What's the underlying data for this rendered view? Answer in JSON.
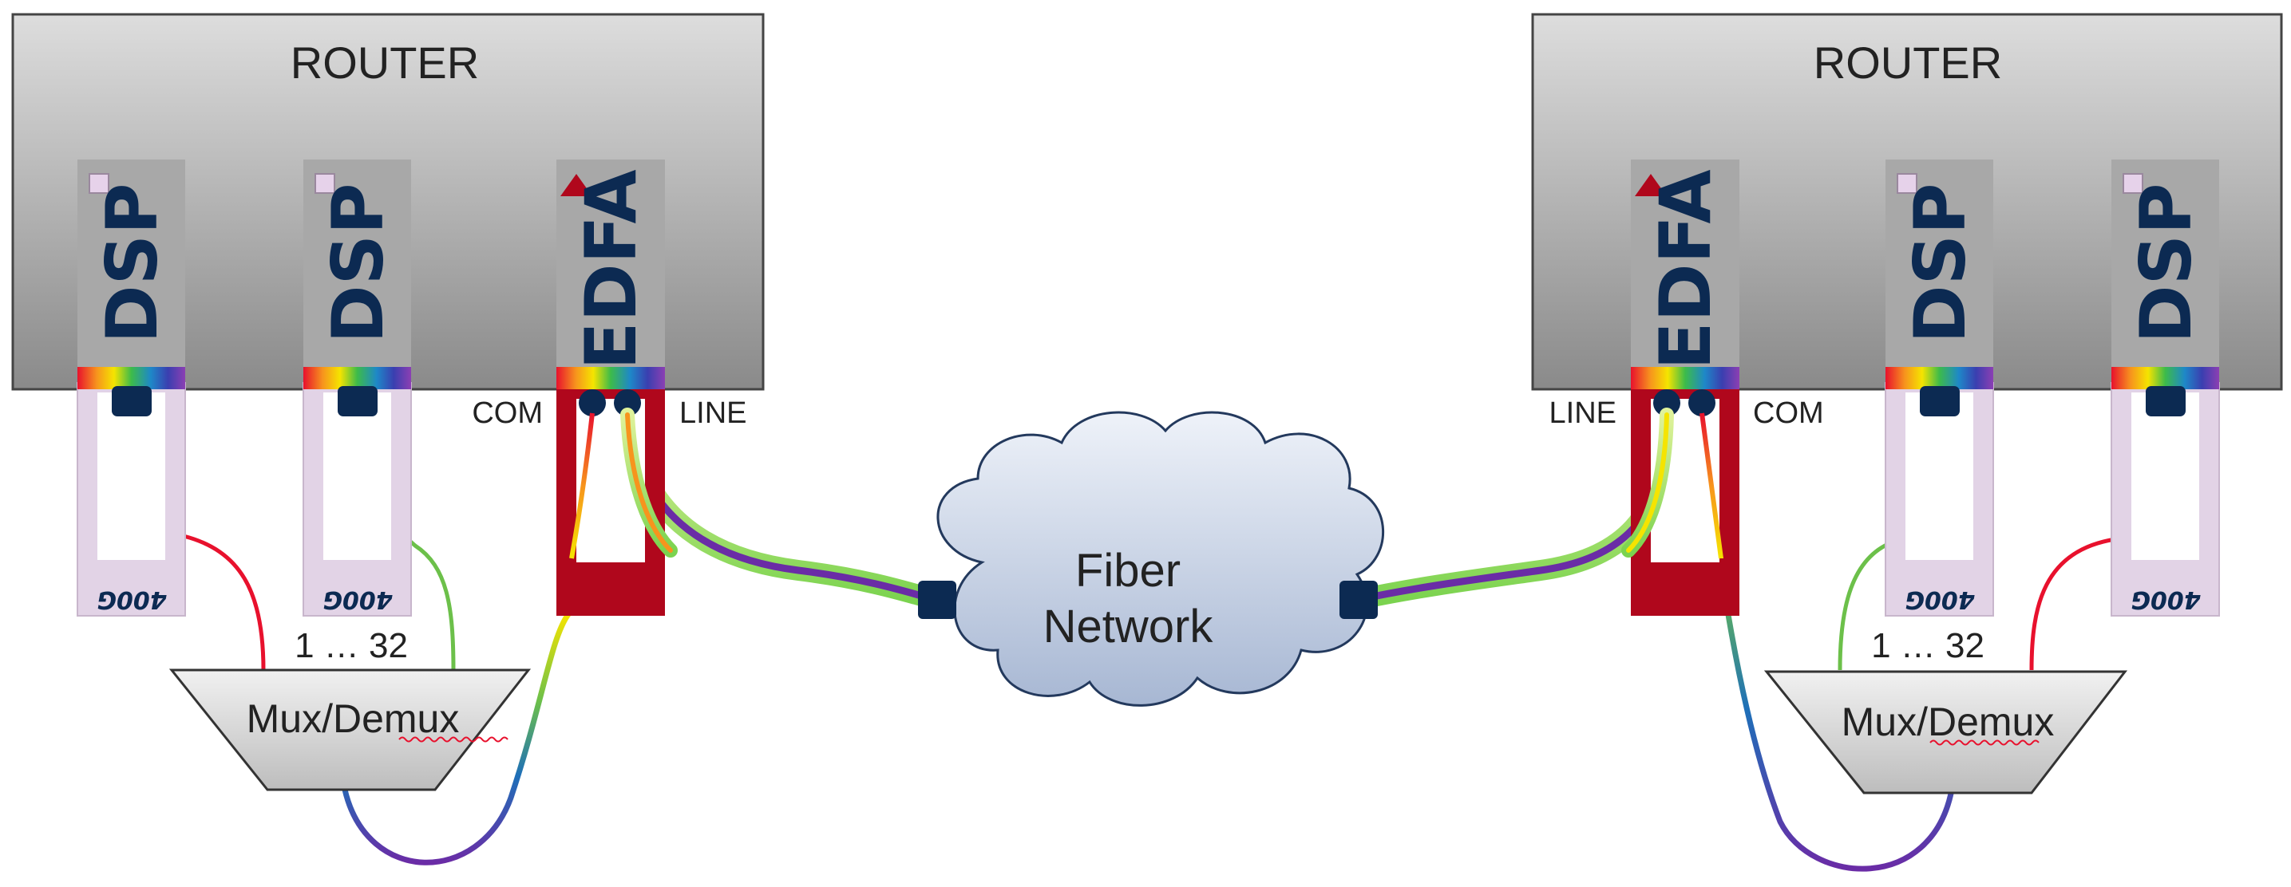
{
  "routers": [
    {
      "label": "ROUTER",
      "ports": {
        "com": "COM",
        "line": "LINE"
      }
    },
    {
      "label": "ROUTER",
      "ports": {
        "com": "COM",
        "line": "LINE"
      }
    }
  ],
  "modules": {
    "dsp_label": "DSP",
    "edfa_label": "EDFA",
    "rate_label": "400G"
  },
  "mux": {
    "label": "Mux/Demux",
    "channel_range": "1 … 32"
  },
  "network": {
    "line1": "Fiber",
    "line2": "Network"
  },
  "colors": {
    "router_top": "#d9d9d9",
    "router_bottom": "#8c8c8c",
    "module_gray": "#a8a8a8",
    "edfa_red": "#b0071c",
    "transceiver_lilac": "#e2d3e6",
    "connector_navy": "#0c2a52",
    "fiber_red": "#e8112d",
    "fiber_green": "#6cc04a",
    "trunk_purple": "#6a2ca6",
    "cloud_fill": "#c9d4e6",
    "cloud_stroke": "#23395d"
  }
}
